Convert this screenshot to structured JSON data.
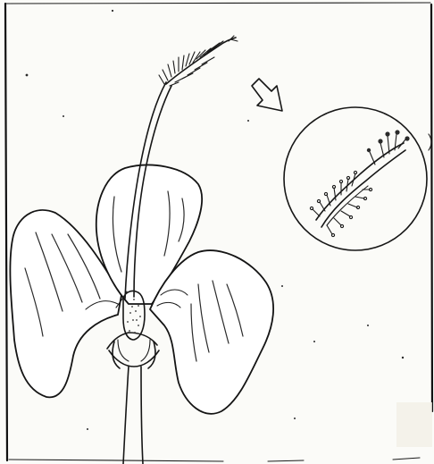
{
  "diagram": {
    "subject": "hibiscus flower",
    "stroke_color": "#161616",
    "background_color": "#fbfbf8"
  },
  "icons": {
    "callout_arrow": "hollow-arrow-pointing-down-right",
    "magnified_view": "circle-magnified-staminal-column"
  }
}
